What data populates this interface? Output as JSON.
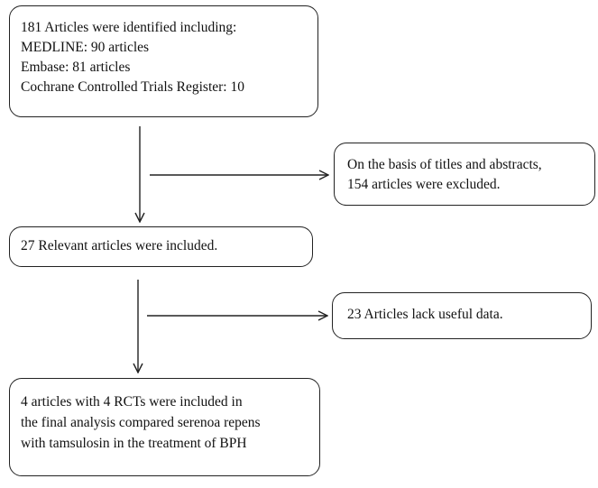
{
  "boxes": {
    "identified": {
      "lines": [
        "181 Articles were identified including:",
        "MEDLINE: 90 articles",
        "Embase: 81 articles",
        "Cochrane Controlled Trials Register: 10"
      ]
    },
    "excluded": {
      "lines": [
        "On the basis of titles and abstracts,",
        "154 articles were excluded."
      ]
    },
    "relevant": {
      "lines": [
        "27 Relevant articles were included."
      ]
    },
    "lack_data": {
      "lines": [
        "23 Articles lack useful data."
      ]
    },
    "final": {
      "lines": [
        "4 articles with 4 RCTs were included in",
        "the final analysis compared serenoa repens",
        "with tamsulosin in the treatment of BPH"
      ]
    }
  },
  "colors": {
    "stroke": "#222222",
    "text": "#111111",
    "background": "#ffffff"
  }
}
